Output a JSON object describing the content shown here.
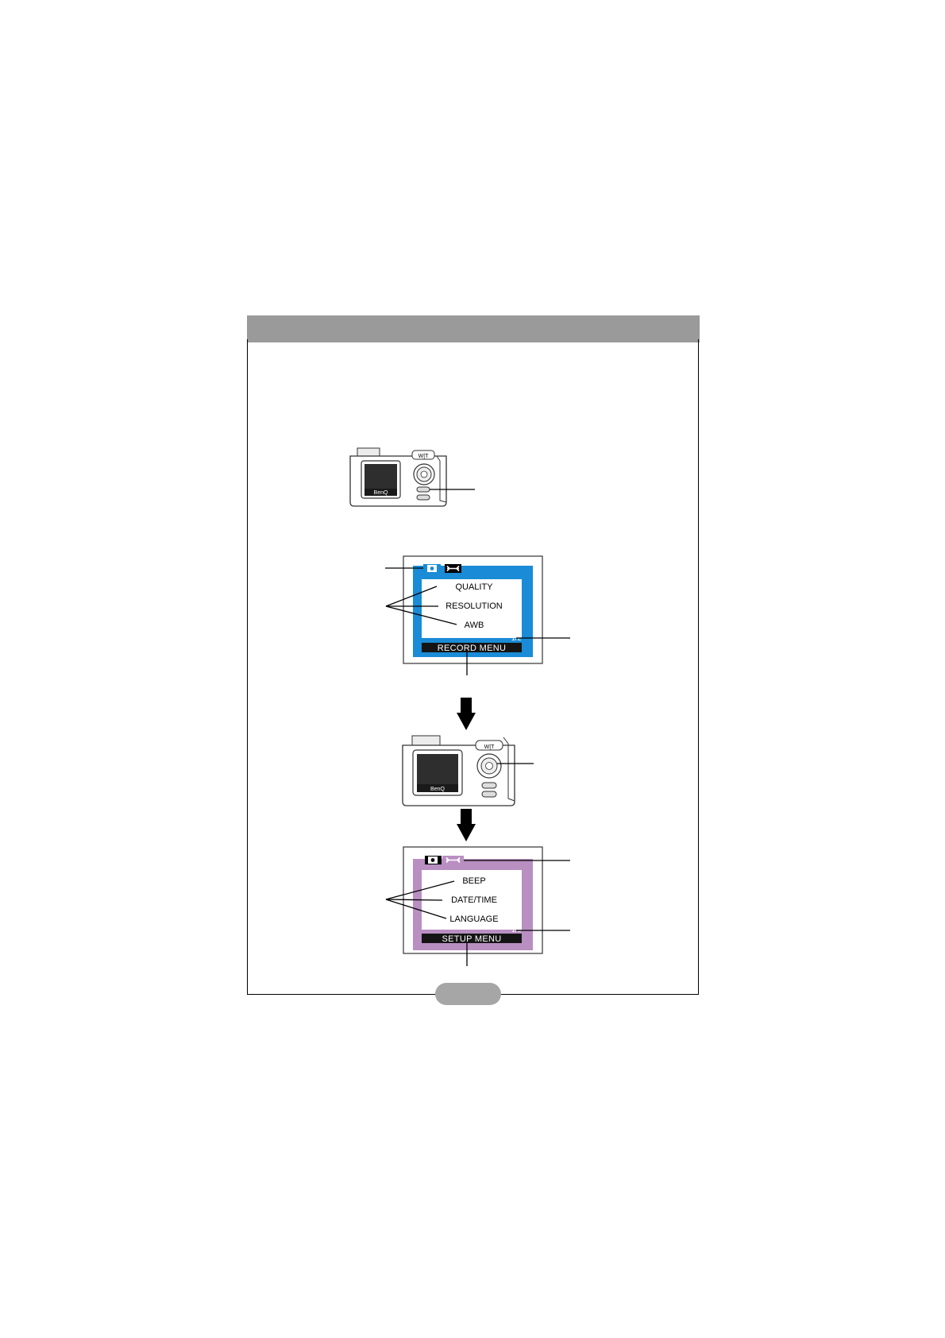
{
  "colors": {
    "record_border": "#1a8bd6",
    "setup_border": "#b98fc2",
    "header_bar": "#9a9a9a",
    "page_tab": "#a6a6a6"
  },
  "camera": {
    "zoom_label": "W|T",
    "brand": "BenQ"
  },
  "record_screen": {
    "items": [
      "QUALITY",
      "RESOLUTION",
      "AWB"
    ],
    "page": "1/2",
    "title": "RECORD MENU",
    "tab_icons": [
      "camera-icon",
      "wrench-icon"
    ]
  },
  "setup_screen": {
    "items": [
      "BEEP",
      "DATE/TIME",
      "LANGUAGE"
    ],
    "page": "1/3",
    "title": "SETUP MENU",
    "tab_icons": [
      "camera-icon",
      "wrench-icon"
    ]
  },
  "icons": [
    "down-arrow-icon",
    "down-arrow-icon"
  ]
}
